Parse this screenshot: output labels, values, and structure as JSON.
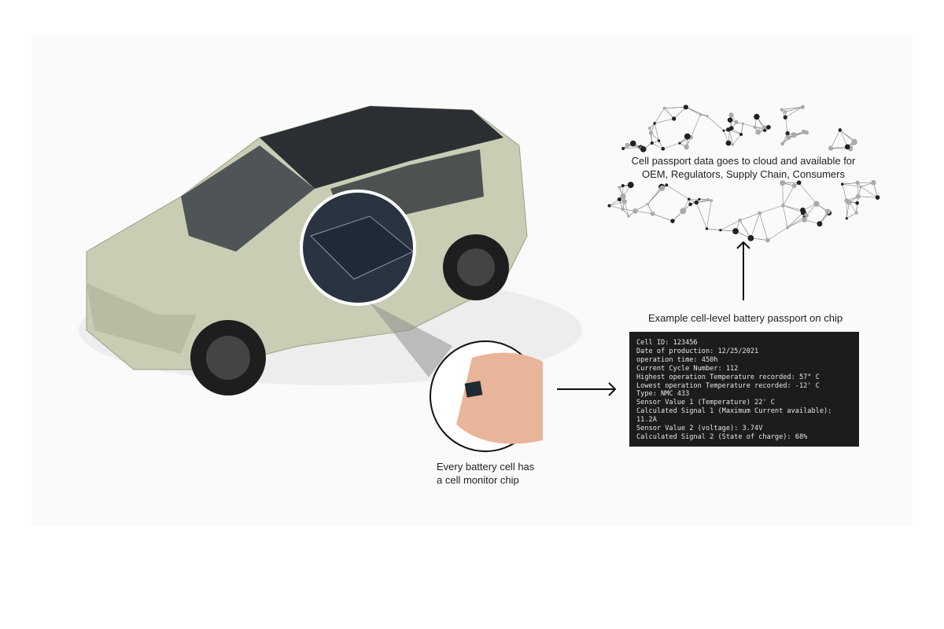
{
  "cloud_caption": [
    "Cell passport data goes to cloud and available for",
    "OEM, Regulators, Supply Chain, Consumers"
  ],
  "passport_caption": "Example cell-level battery passport on chip",
  "chip_caption": [
    "Every battery cell has",
    "a cell monitor chip"
  ],
  "passport_lines": [
    "Cell ID: 123456",
    "Date of production: 12/25/2021",
    "operation time: 450h",
    "Current Cycle Number: 112",
    "Highest operation Temperature recorded: 57° C",
    "Lowest operation Temperature recorded: -12' C",
    "Type: NMC 433",
    "Sensor Value 1 (Temperature) 22' C",
    "Calculated Signal 1 (Maximum Current available):",
    "11.2A",
    "Sensor Value 2 (voltage): 3.74V",
    "Calculated Signal 2 (State of charge): 68%"
  ],
  "colors": {
    "car_body": "#c9cdb4",
    "terminal_bg": "#1c1c1c"
  }
}
